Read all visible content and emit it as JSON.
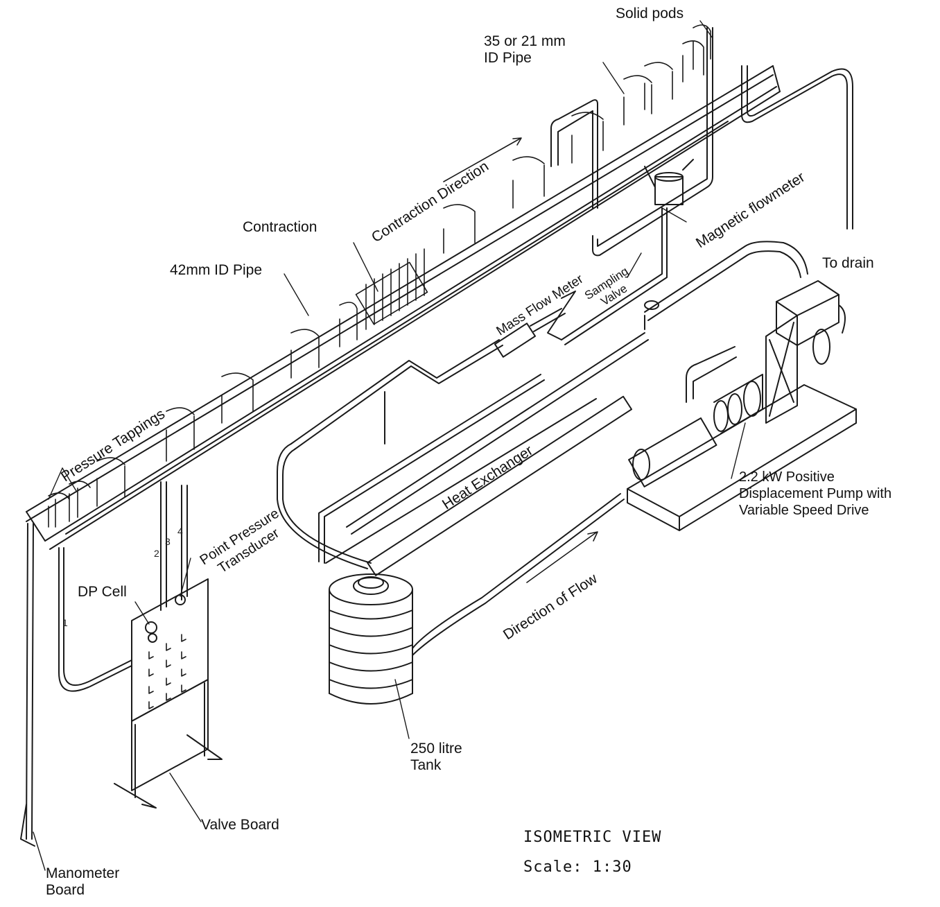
{
  "labels": {
    "solid_pods": "Solid pods",
    "pipe_35_21_line1": "35 or 21 mm",
    "pipe_35_21_line2": "ID Pipe",
    "contraction_direction": "Contraction Direction",
    "magnetic_flowmeter": "Magnetic flowmeter",
    "contraction": "Contraction",
    "to_drain": "To drain",
    "pipe_42": "42mm ID Pipe",
    "mass_flow_meter": "Mass Flow Meter",
    "sampling_valve_line1": "Sampling",
    "sampling_valve_line2": "Valve",
    "pressure_tappings": "Pressure Tappings",
    "heat_exchanger": "Heat Exchanger",
    "pump_line1": "2.2 kW Positive",
    "pump_line2": "Displacement Pump with",
    "pump_line3": "Variable Speed Drive",
    "point_pressure_line1": "Point Pressure",
    "point_pressure_line2": "Transducer",
    "dp_cell": "DP Cell",
    "direction_of_flow": "Direction of Flow",
    "tank_line1": "250 litre",
    "tank_line2": "Tank",
    "valve_board": "Valve Board",
    "manometer_line1": "Manometer",
    "manometer_line2": "Board"
  },
  "line_numbers": [
    "1",
    "2",
    "3",
    "4"
  ],
  "title_block": {
    "view": "ISOMETRIC VIEW",
    "scale": "Scale: 1:30"
  },
  "colors": {
    "line": "#1a1a1a",
    "background": "#ffffff"
  }
}
